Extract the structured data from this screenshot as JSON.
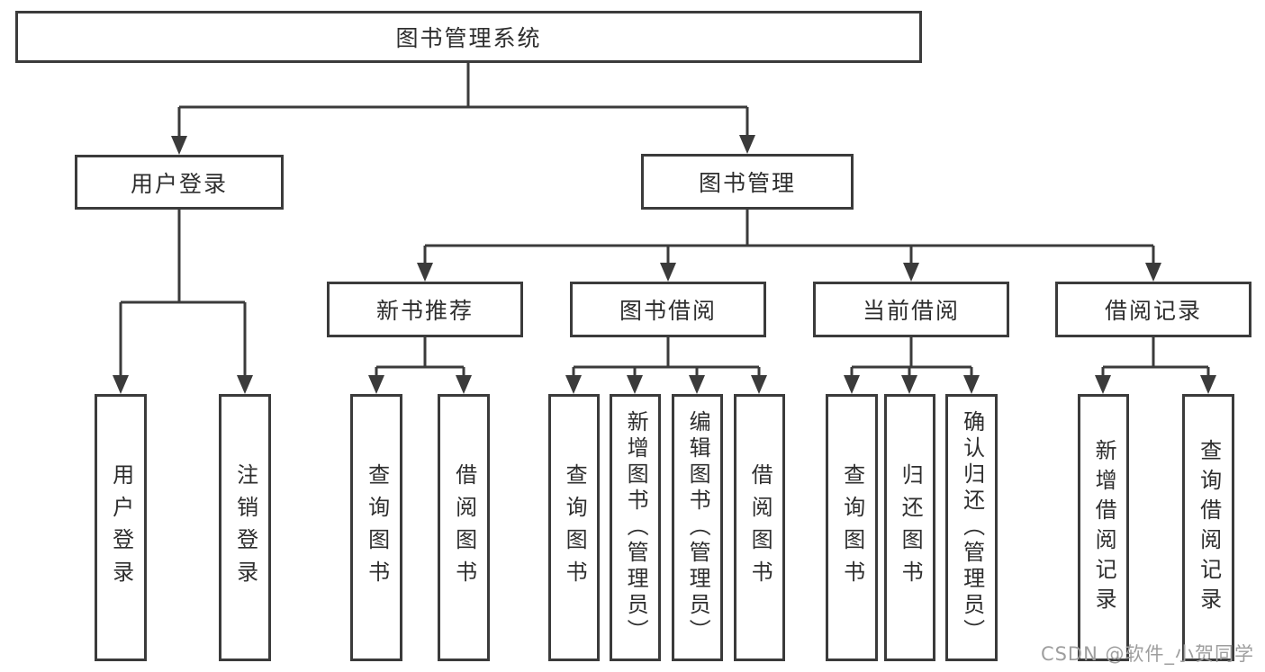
{
  "tree": {
    "root": "图书管理系统",
    "user_login": {
      "label": "用户登录",
      "leaves": [
        "用户登录",
        "注销登录"
      ]
    },
    "book_mgmt": {
      "label": "图书管理",
      "groups": [
        {
          "label": "新书推荐",
          "leaves": [
            "查询图书",
            "借阅图书"
          ]
        },
        {
          "label": "图书借阅",
          "leaves": [
            "查询图书",
            "新增图书（管理员）",
            "编辑图书（管理员）",
            "借阅图书"
          ]
        },
        {
          "label": "当前借阅",
          "leaves": [
            "查询图书",
            "归还图书",
            "确认归还（管理员）"
          ]
        },
        {
          "label": "借阅记录",
          "leaves": [
            "新增借阅记录",
            "查询借阅记录"
          ]
        }
      ]
    }
  },
  "watermark": "CSDN @软件_小贺同学",
  "colors": {
    "line": "#3b3b3b",
    "text": "#2e2e2e",
    "box_fill": "#ffffff",
    "background": "#ffffff",
    "watermark": "#9e9e9e"
  }
}
